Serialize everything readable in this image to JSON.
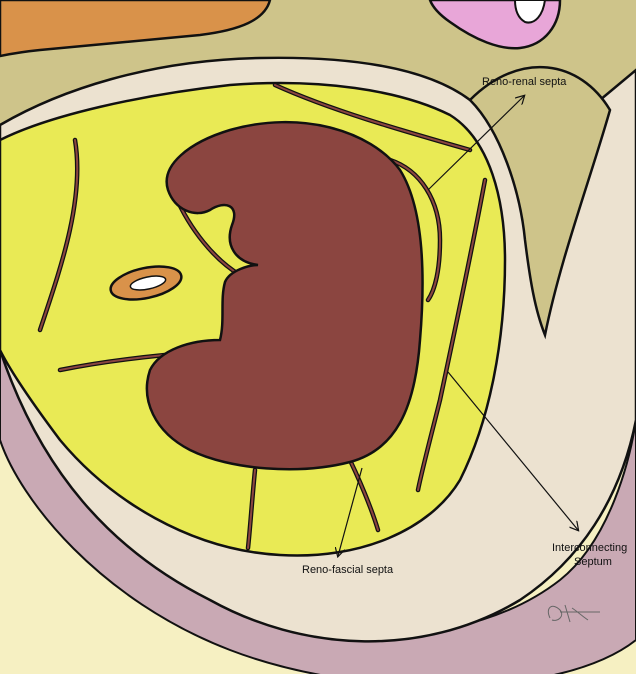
{
  "labels": {
    "reno_renal": "Reno-renal septa",
    "reno_fascial": "Reno-fascial septa",
    "interconnecting_line1": "Interconnecting",
    "interconnecting_line2": "Septum"
  },
  "colors": {
    "kidney": "#8b4540",
    "perirenal_fat": "#e9ea55",
    "fascia_band": "#ece2d0",
    "outer_band": "#d8c3c6",
    "muscle_band": "#c9a9b4",
    "posterior_fat": "#f6f0c2",
    "upper_organ": "#d9924a",
    "pink_organ": "#e8a6d8",
    "olive_region": "#cec48a",
    "septa": "#8b4540",
    "outline": "#111111"
  }
}
